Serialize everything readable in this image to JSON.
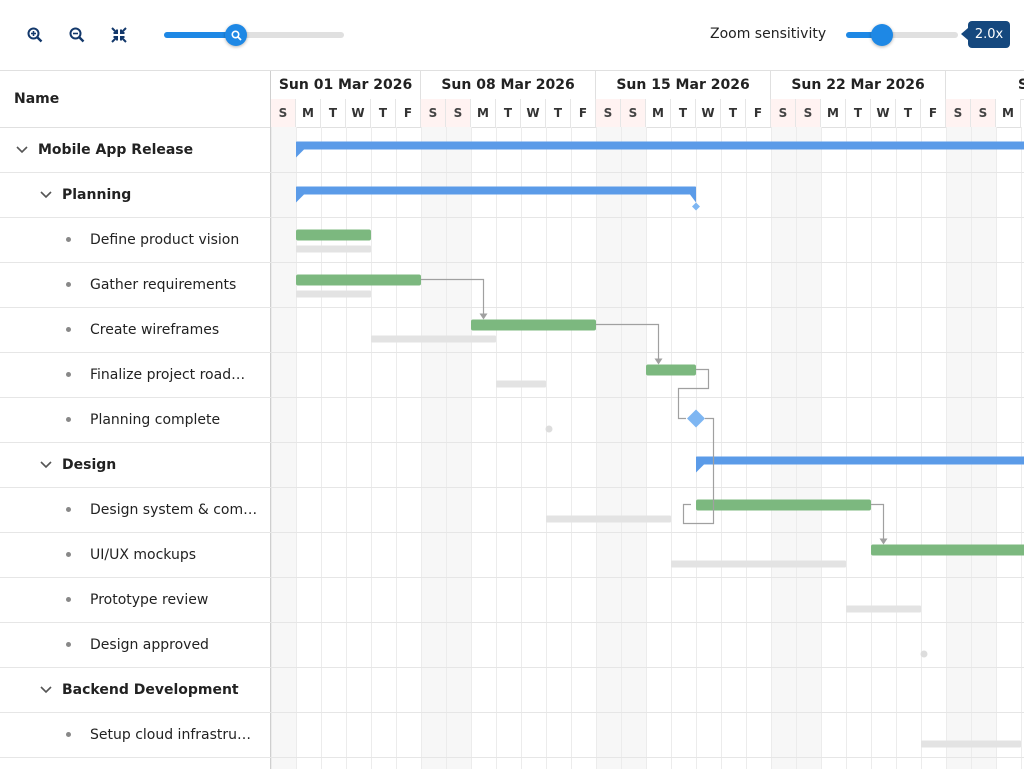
{
  "toolbar": {
    "zoom_in_icon": "zoom-in-icon",
    "zoom_out_icon": "zoom-out-icon",
    "fit_icon": "fit-to-screen-icon",
    "zoom_slider_value": 0.4,
    "zoom_sensitivity_label": "Zoom sensitivity",
    "sensitivity_slider_value": 0.32,
    "sensitivity_value": "2.0x"
  },
  "grid": {
    "name_header": "Name",
    "rows": [
      {
        "label": "Mobile App Release",
        "level": 0,
        "type": "parent"
      },
      {
        "label": "Planning",
        "level": 1,
        "type": "parent"
      },
      {
        "label": "Define product vision",
        "level": 2,
        "type": "task"
      },
      {
        "label": "Gather requirements",
        "level": 2,
        "type": "task"
      },
      {
        "label": "Create wireframes",
        "level": 2,
        "type": "task"
      },
      {
        "label": "Finalize project road…",
        "level": 2,
        "type": "task"
      },
      {
        "label": "Planning complete",
        "level": 2,
        "type": "task"
      },
      {
        "label": "Design",
        "level": 1,
        "type": "parent"
      },
      {
        "label": "Design system & com…",
        "level": 2,
        "type": "task"
      },
      {
        "label": "UI/UX mockups",
        "level": 2,
        "type": "task"
      },
      {
        "label": "Prototype review",
        "level": 2,
        "type": "task"
      },
      {
        "label": "Design approved",
        "level": 2,
        "type": "task"
      },
      {
        "label": "Backend Development",
        "level": 1,
        "type": "parent"
      },
      {
        "label": "Setup cloud infrastru…",
        "level": 2,
        "type": "task"
      }
    ]
  },
  "timeline": {
    "weeks": [
      "Sun 01 Mar 2026",
      "Sun 08 Mar 2026",
      "Sun 15 Mar 2026",
      "Sun 22 Mar 2026",
      "Sun"
    ],
    "days": [
      "S",
      "M",
      "T",
      "W",
      "T",
      "F",
      "S",
      "S",
      "M",
      "T",
      "W",
      "T",
      "F",
      "S",
      "S",
      "M",
      "T",
      "W",
      "T",
      "F",
      "S",
      "S",
      "M",
      "T",
      "W",
      "T",
      "F",
      "S",
      "S",
      "M"
    ],
    "colors": {
      "summary": "#5b9be8",
      "task": "#7cb87f",
      "baseline": "#e3e3e3",
      "milestone": "#7eb6f2",
      "link": "#a0a0a0"
    }
  }
}
